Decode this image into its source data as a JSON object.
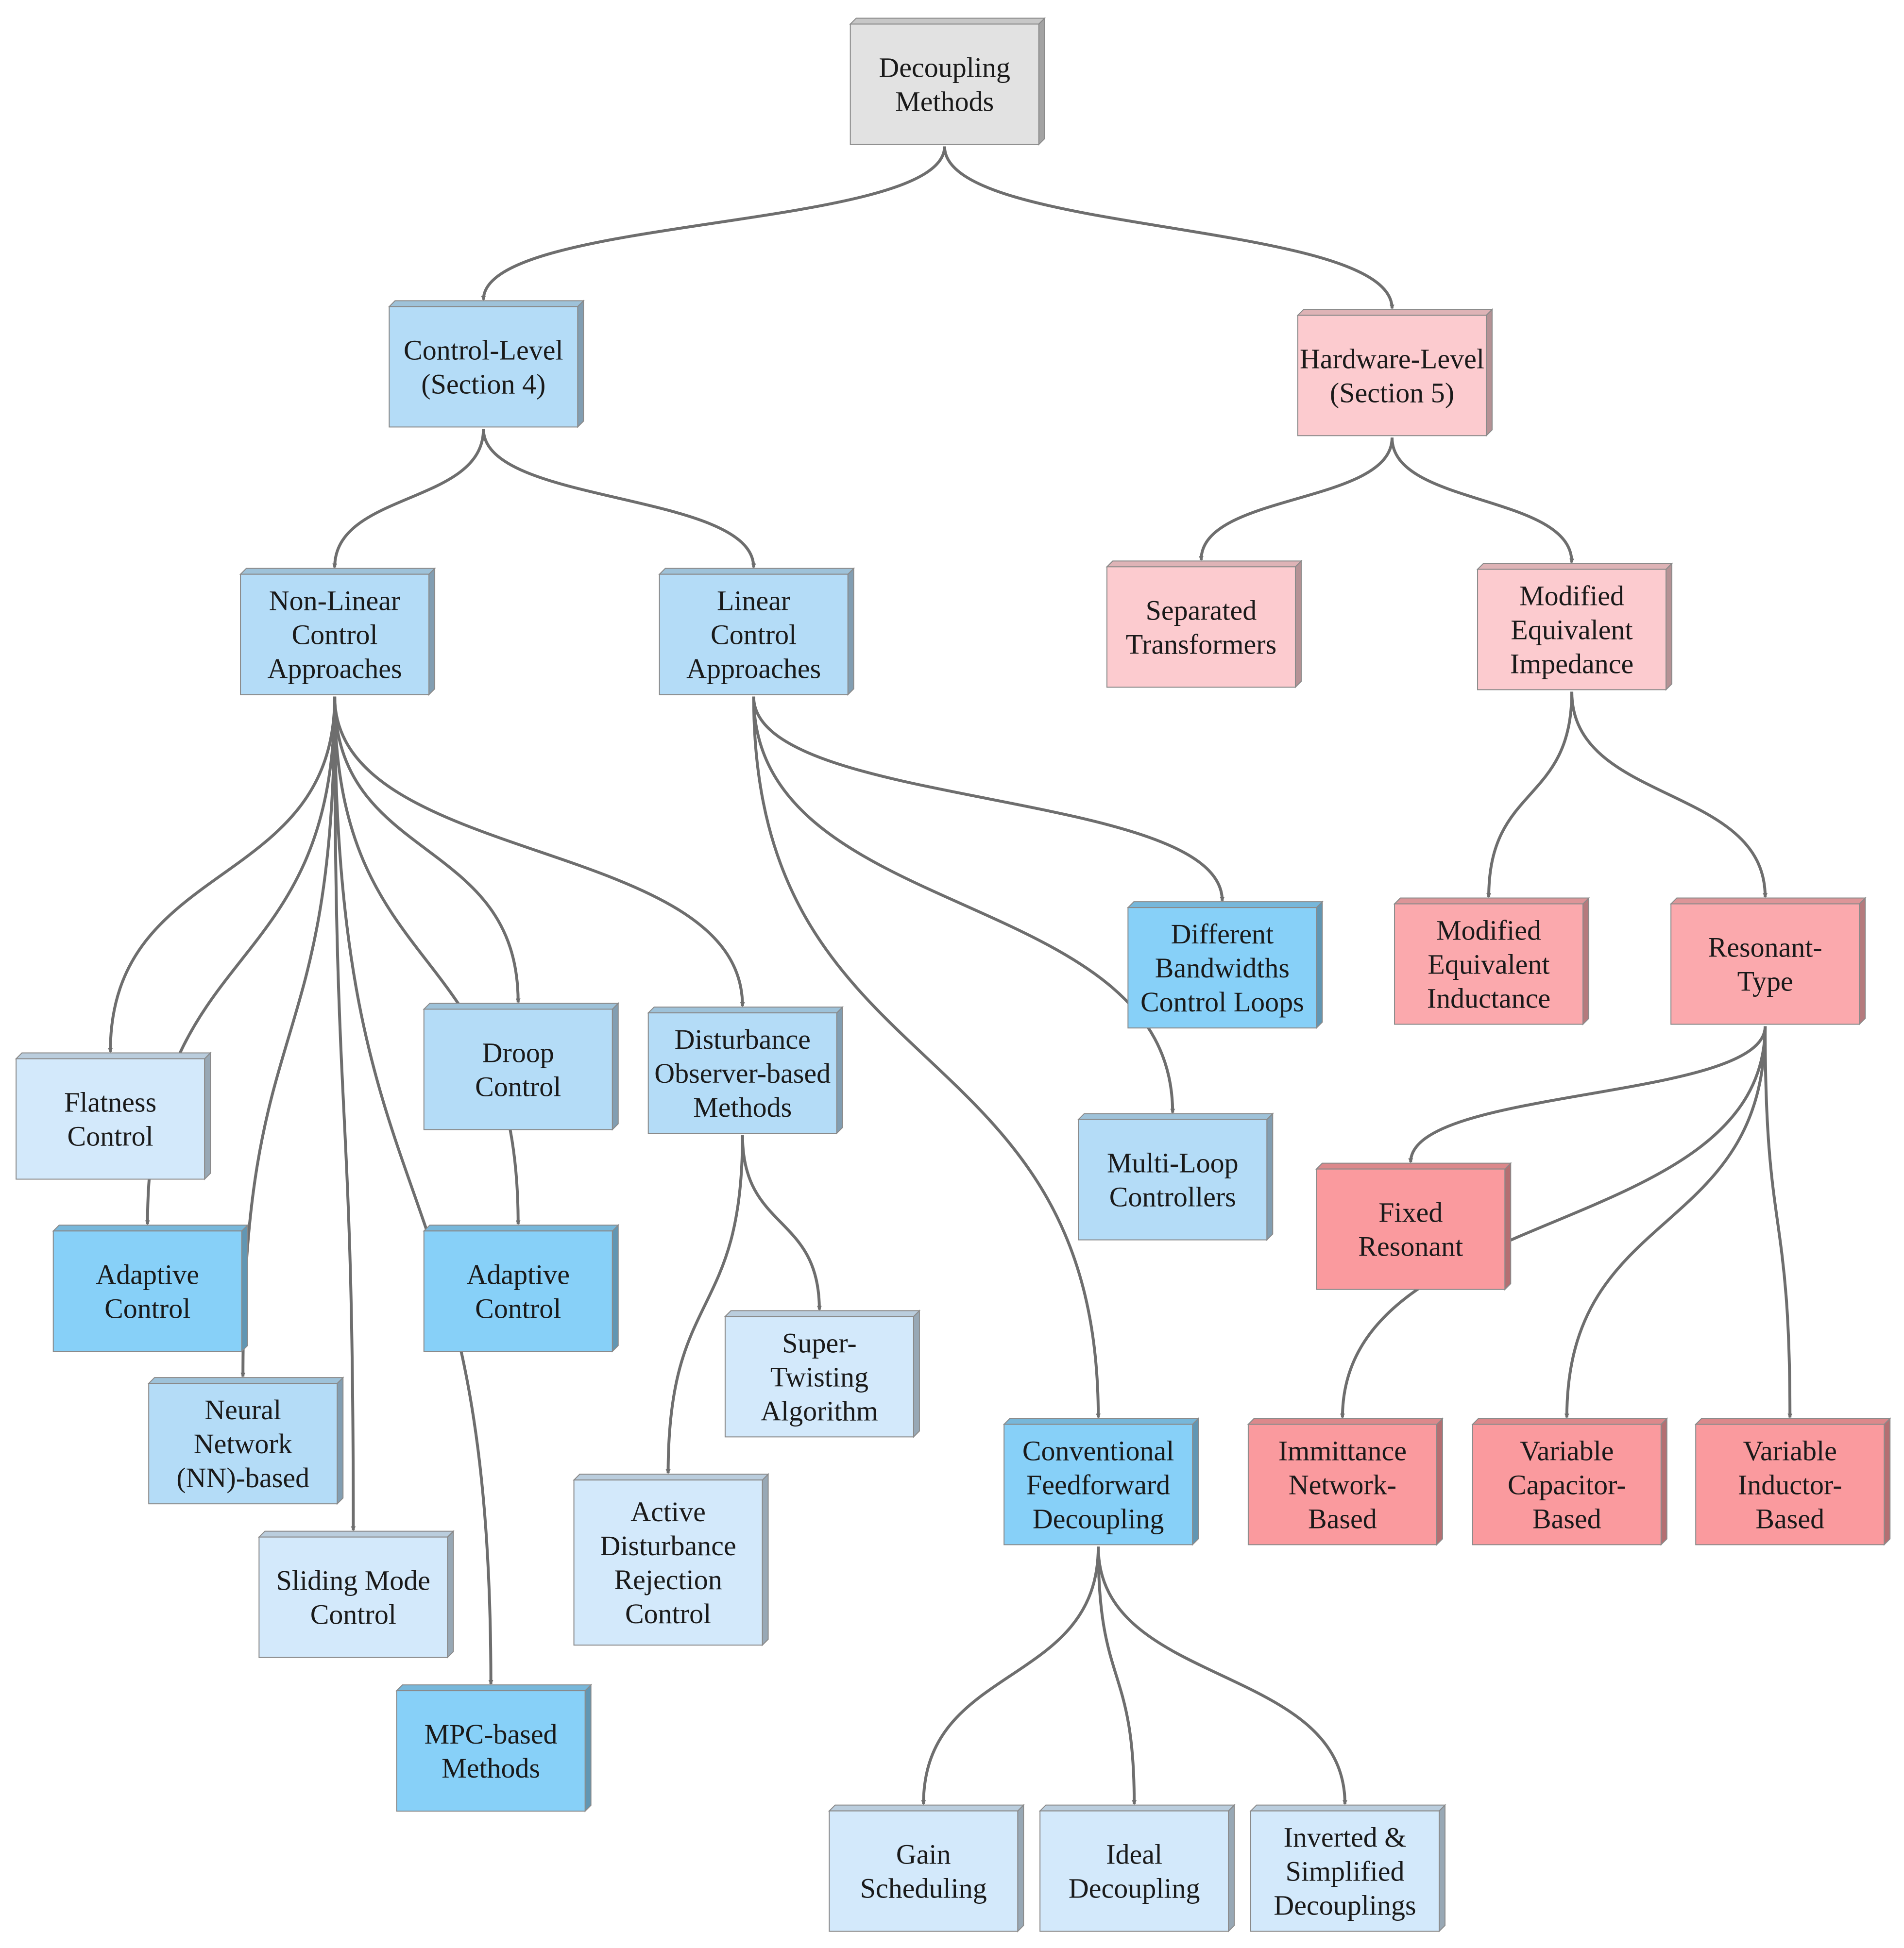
{
  "colors": {
    "root": "#e2e2e2",
    "control_light": "#d3e9fb",
    "control_mid": "#b4dcf7",
    "control_dark": "#87d0f8",
    "hardware_light": "#fccbcf",
    "hardware_mid": "#fba9ad",
    "hardware_dark": "#fa9a9e",
    "edge": "#6e6e6e"
  },
  "nodes": [
    {
      "id": "root",
      "lines": [
        "Decoupling",
        "Methods"
      ],
      "fill": "root"
    },
    {
      "id": "control",
      "lines": [
        "Control-Level",
        "(Section 4)"
      ],
      "fill": "control_mid"
    },
    {
      "id": "hardware",
      "lines": [
        "Hardware-Level",
        "(Section 5)"
      ],
      "fill": "hardware_light"
    },
    {
      "id": "nonlinear",
      "lines": [
        "Non-Linear",
        "Control",
        "Approaches"
      ],
      "fill": "control_mid"
    },
    {
      "id": "linear",
      "lines": [
        "Linear",
        "Control",
        "Approaches"
      ],
      "fill": "control_mid"
    },
    {
      "id": "separated",
      "lines": [
        "Separated",
        "Transformers"
      ],
      "fill": "hardware_light"
    },
    {
      "id": "mei",
      "lines": [
        "Modified",
        "Equivalent",
        "Impedance"
      ],
      "fill": "hardware_light"
    },
    {
      "id": "flatness",
      "lines": [
        "Flatness",
        "Control"
      ],
      "fill": "control_light"
    },
    {
      "id": "droop",
      "lines": [
        "Droop",
        "Control"
      ],
      "fill": "control_mid"
    },
    {
      "id": "dob",
      "lines": [
        "Disturbance",
        "Observer-based",
        "Methods"
      ],
      "fill": "control_mid"
    },
    {
      "id": "dbw",
      "lines": [
        "Different",
        "Bandwidths",
        "Control Loops"
      ],
      "fill": "control_dark"
    },
    {
      "id": "meind",
      "lines": [
        "Modified",
        "Equivalent",
        "Inductance"
      ],
      "fill": "hardware_mid"
    },
    {
      "id": "resonant",
      "lines": [
        "Resonant-",
        "Type"
      ],
      "fill": "hardware_mid"
    },
    {
      "id": "multiloop",
      "lines": [
        "Multi-Loop",
        "Controllers"
      ],
      "fill": "control_mid"
    },
    {
      "id": "fixedres",
      "lines": [
        "Fixed",
        "Resonant"
      ],
      "fill": "hardware_dark"
    },
    {
      "id": "adaptive1",
      "lines": [
        "Adaptive",
        "Control"
      ],
      "fill": "control_dark"
    },
    {
      "id": "adaptive2",
      "lines": [
        "Adaptive",
        "Control"
      ],
      "fill": "control_dark"
    },
    {
      "id": "supertwist",
      "lines": [
        "Super-",
        "Twisting",
        "Algorithm"
      ],
      "fill": "control_light"
    },
    {
      "id": "nn",
      "lines": [
        "Neural",
        "Network",
        "(NN)-based"
      ],
      "fill": "control_mid"
    },
    {
      "id": "cff",
      "lines": [
        "Conventional",
        "Feedforward",
        "Decoupling"
      ],
      "fill": "control_dark"
    },
    {
      "id": "immittance",
      "lines": [
        "Immittance",
        "Network-",
        "Based"
      ],
      "fill": "hardware_dark"
    },
    {
      "id": "varcap",
      "lines": [
        "Variable",
        "Capacitor-",
        "Based"
      ],
      "fill": "hardware_dark"
    },
    {
      "id": "varind",
      "lines": [
        "Variable",
        "Inductor-",
        "Based"
      ],
      "fill": "hardware_dark"
    },
    {
      "id": "adrc",
      "lines": [
        "Active",
        "Disturbance",
        "Rejection",
        "Control"
      ],
      "fill": "control_light"
    },
    {
      "id": "smc",
      "lines": [
        "Sliding Mode",
        "Control"
      ],
      "fill": "control_light"
    },
    {
      "id": "mpc",
      "lines": [
        "MPC-based",
        "Methods"
      ],
      "fill": "control_dark"
    },
    {
      "id": "gain",
      "lines": [
        "Gain",
        "Scheduling"
      ],
      "fill": "control_light"
    },
    {
      "id": "ideal",
      "lines": [
        "Ideal",
        "Decoupling"
      ],
      "fill": "control_light"
    },
    {
      "id": "inverted",
      "lines": [
        "Inverted &",
        "Simplified",
        "Decouplings"
      ],
      "fill": "control_light"
    }
  ],
  "edges": [
    [
      "root",
      "control"
    ],
    [
      "root",
      "hardware"
    ],
    [
      "control",
      "nonlinear"
    ],
    [
      "control",
      "linear"
    ],
    [
      "hardware",
      "separated"
    ],
    [
      "hardware",
      "mei"
    ],
    [
      "nonlinear",
      "flatness"
    ],
    [
      "nonlinear",
      "droop"
    ],
    [
      "nonlinear",
      "dob"
    ],
    [
      "nonlinear",
      "adaptive1"
    ],
    [
      "nonlinear",
      "adaptive2"
    ],
    [
      "nonlinear",
      "nn"
    ],
    [
      "nonlinear",
      "smc"
    ],
    [
      "nonlinear",
      "mpc"
    ],
    [
      "linear",
      "dbw"
    ],
    [
      "linear",
      "multiloop"
    ],
    [
      "linear",
      "cff"
    ],
    [
      "dob",
      "supertwist"
    ],
    [
      "dob",
      "adrc"
    ],
    [
      "mei",
      "meind"
    ],
    [
      "mei",
      "resonant"
    ],
    [
      "resonant",
      "fixedres"
    ],
    [
      "resonant",
      "immittance"
    ],
    [
      "resonant",
      "varcap"
    ],
    [
      "resonant",
      "varind"
    ],
    [
      "cff",
      "gain"
    ],
    [
      "cff",
      "ideal"
    ],
    [
      "cff",
      "inverted"
    ]
  ]
}
